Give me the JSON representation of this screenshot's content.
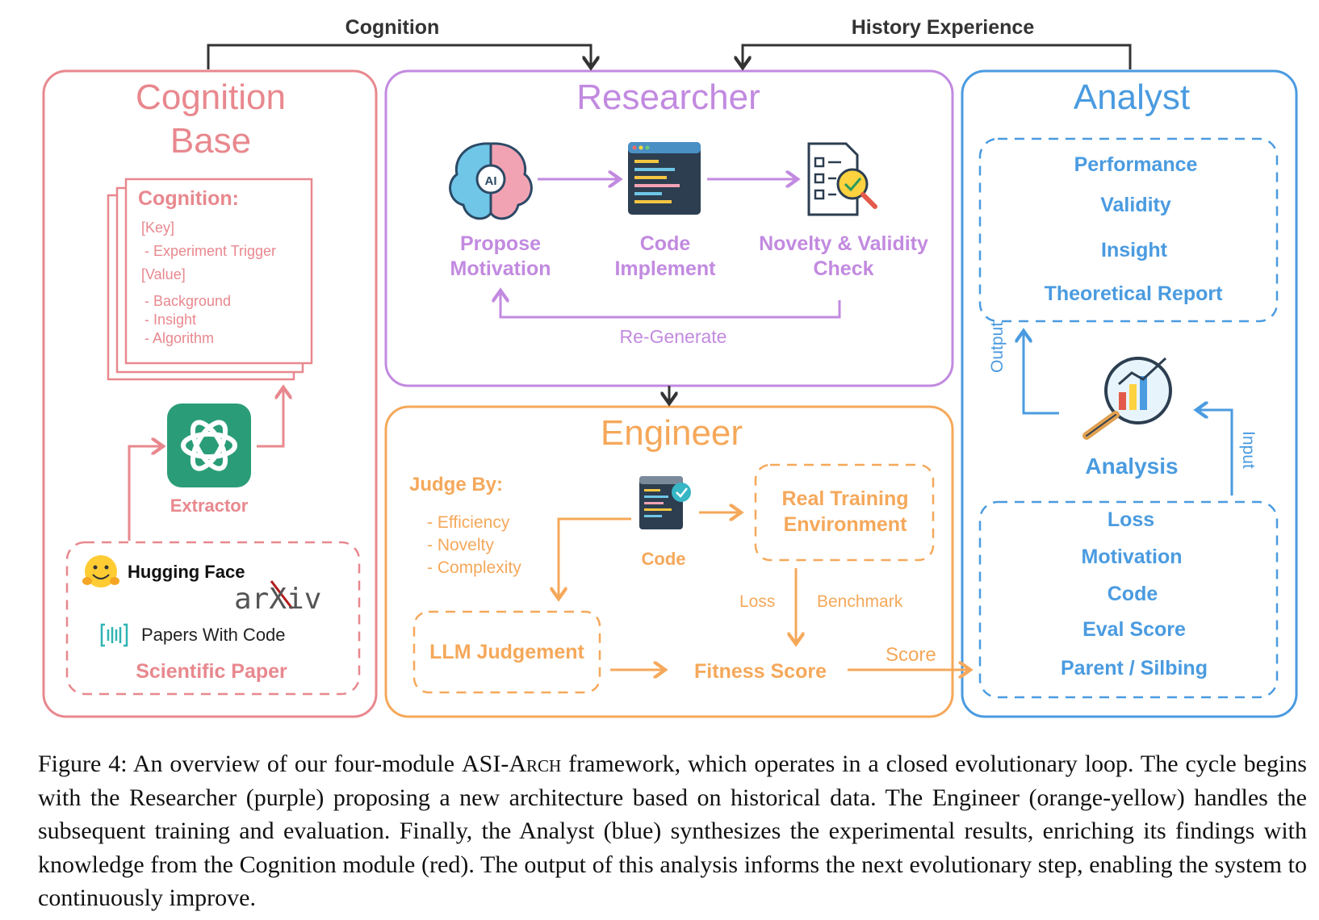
{
  "arrows": {
    "cognition": "Cognition",
    "history": "History Experience"
  },
  "cognition_base": {
    "title_line1": "Cognition",
    "title_line2": "Base",
    "card": {
      "heading": "Cognition:",
      "key": "[Key]",
      "key_item": "- Experiment Trigger",
      "value": "[Value]",
      "value_items": [
        "- Background",
        "- Insight",
        "- Algorithm"
      ]
    },
    "extractor": "Extractor",
    "sources": {
      "hugging_face": "Hugging Face",
      "arxiv": "arXiv",
      "papers_with_code": "Papers With Code",
      "label": "Scientific Paper"
    }
  },
  "researcher": {
    "title": "Researcher",
    "step1_line1": "Propose",
    "step1_line2": "Motivation",
    "step2_line1": "Code",
    "step2_line2": "Implement",
    "step3_line1": "Novelty & Validity",
    "step3_line2": "Check",
    "loop": "Re-Generate"
  },
  "engineer": {
    "title": "Engineer",
    "judge_by": "Judge By:",
    "criteria": [
      "- Efficiency",
      "- Novelty",
      "- Complexity"
    ],
    "code": "Code",
    "env_line1": "Real Training",
    "env_line2": "Environment",
    "loss": "Loss",
    "benchmark": "Benchmark",
    "llm": "LLM Judgement",
    "fitness": "Fitness Score",
    "score": "Score"
  },
  "analyst": {
    "title": "Analyst",
    "outputs": [
      "Performance",
      "Validity",
      "Insight",
      "Theoretical Report"
    ],
    "output_label": "Output",
    "analysis": "Analysis",
    "input_label": "Input",
    "inputs": [
      "Loss",
      "Motivation",
      "Code",
      "Eval Score",
      "Parent / Silbing"
    ]
  },
  "caption": {
    "prefix": "Figure 4:  An overview of our four-module ",
    "name": "ASI-Arch",
    "rest": " framework, which operates in a closed evolutionary loop. The cycle begins with the Researcher (purple) proposing a new architecture based on historical data. The Engineer (orange-yellow) handles the subsequent training and evaluation. Finally, the Analyst (blue) synthesizes the experimental results, enriching its findings with knowledge from the Cognition module (red). The output of this analysis informs the next evolutionary step, enabling the system to continuously improve."
  },
  "colors": {
    "red": "#e8888e",
    "purple": "#c28ae0",
    "orange": "#f5a85a",
    "blue": "#4a9be0",
    "dark": "#333333",
    "green": "#2a9d78"
  }
}
